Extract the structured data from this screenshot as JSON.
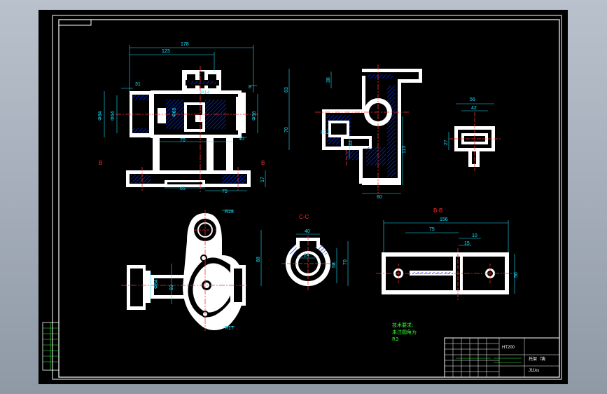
{
  "colors": {
    "background": "#000000",
    "outline": "#ffffff",
    "dimension": "#19e4ff",
    "centerline": "#ff3030",
    "hatch": "#0033ff",
    "note": "#31ff31"
  },
  "section_labels": {
    "b_left": "B",
    "b_right": "B",
    "c_c": "C-C",
    "b_b": "B-B"
  },
  "dims_front": {
    "d178": "178",
    "d123": "123",
    "d31": "31",
    "d84": "Φ84",
    "d64": "Φ64",
    "d60": "Φ60",
    "d14": "Φ14",
    "d70": "70",
    "d40": "40",
    "d8": "8",
    "d56": "Φ56",
    "d65": "65",
    "d75": "75",
    "d17": "17"
  },
  "dims_side": {
    "d38": "38",
    "d63": "63",
    "d70": "70",
    "dr12": "R12",
    "d33": "33",
    "d113": "113",
    "d60": "60"
  },
  "dims_small": {
    "d56": "56",
    "d42": "42",
    "d27": "27"
  },
  "dims_top": {
    "r28": "R28",
    "d84": "Φ84",
    "d92": "92",
    "d88": "88",
    "r17": "R17"
  },
  "dims_cc": {
    "d40": "40",
    "d24": "24",
    "d58": "58",
    "d70": "70"
  },
  "dims_bb": {
    "d156": "156",
    "d75": "75",
    "d10": "10",
    "d15": "15",
    "d50": "50"
  },
  "notes": {
    "line1": "技术要求:",
    "line2": "未注圆角为",
    "line3": "R3"
  },
  "title_block": {
    "material": "HT200",
    "part_name": "托架（铸",
    "code": "J11ks"
  }
}
